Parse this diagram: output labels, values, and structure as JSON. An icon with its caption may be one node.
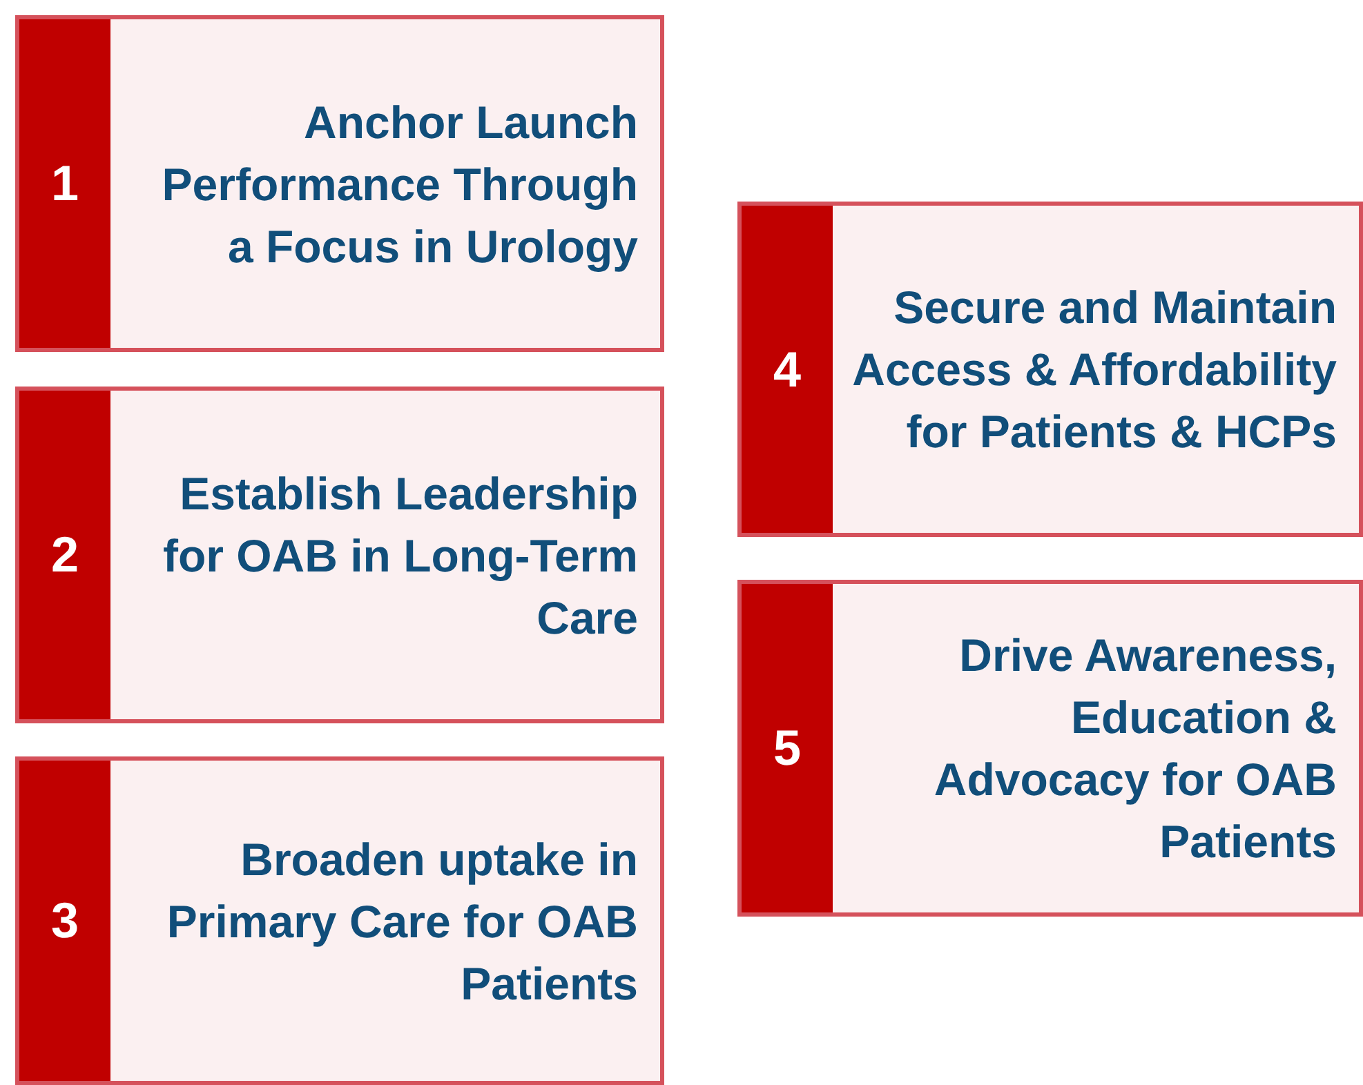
{
  "diagram": {
    "nodes": [
      {
        "text": [
          "1",
          "Anchor Launch Performance Through a Focus in Urology"
        ]
      },
      {
        "text": [
          "2",
          "Establish Leadership for OAB in Long-Term Care"
        ]
      },
      {
        "text": [
          "3",
          "Broaden uptake in Primary Care for OAB Patients"
        ]
      },
      {
        "text": [
          "4",
          "Secure and Maintain Access & Affordability for Patients & HCPs"
        ]
      },
      {
        "text": [
          "5",
          "Drive Awareness, Education & Advocacy for OAB Patients"
        ]
      }
    ]
  }
}
